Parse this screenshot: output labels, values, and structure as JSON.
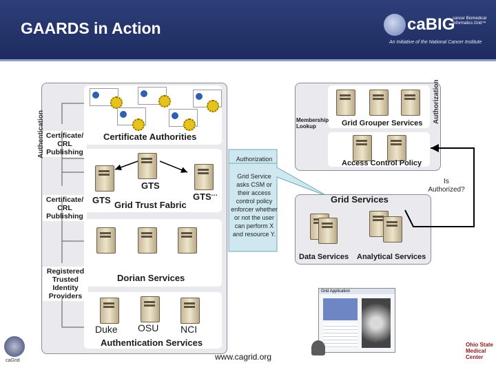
{
  "header": {
    "title": "GAARDS in Action",
    "logo_text": "caBIG",
    "logo_small": "cancer Biomedical Informatics Grid™",
    "logo_tagline": "An Initiative of the National Cancer Institute"
  },
  "left_panel": {
    "authentication_label": "Authentication",
    "certificate_authorities": "Certificate Authorities",
    "cert_crl_1": "Certificate/ CRL Publishing",
    "gts_center": "GTS",
    "gts_left": "GTS",
    "gts_right": "GTS",
    "gts_dots": "…",
    "grid_trust_fabric": "Grid Trust Fabric",
    "cert_crl_2": "Certificate/ CRL Publishing",
    "dorian_services": "Dorian Services",
    "registered_idp": "Registered Trusted Identity Providers",
    "idp_duke": "Duke",
    "idp_osu": "OSU",
    "idp_nci": "NCI",
    "authentication_services": "Authentication Services"
  },
  "callout": {
    "title": "Authorization",
    "body": "Grid Service asks CSM or their access control policy enforcer whether or not the user can perform X and resource Y."
  },
  "right_panel": {
    "authorization_label": "Authorization",
    "membership_lookup": "Membership Lookup",
    "grid_grouper_services": "Grid Grouper Services",
    "access_control_policy": "Access Control Policy",
    "is_authorized": "Is Authorized?",
    "grid_services": "Grid Services",
    "data_services": "Data Services",
    "analytical_services": "Analytical Services",
    "grid_application": "Grid Application"
  },
  "footer": {
    "url": "www.cagrid.org",
    "cagrid_logo": "caGrid",
    "osu_logo": "Ohio State Medical Center"
  }
}
